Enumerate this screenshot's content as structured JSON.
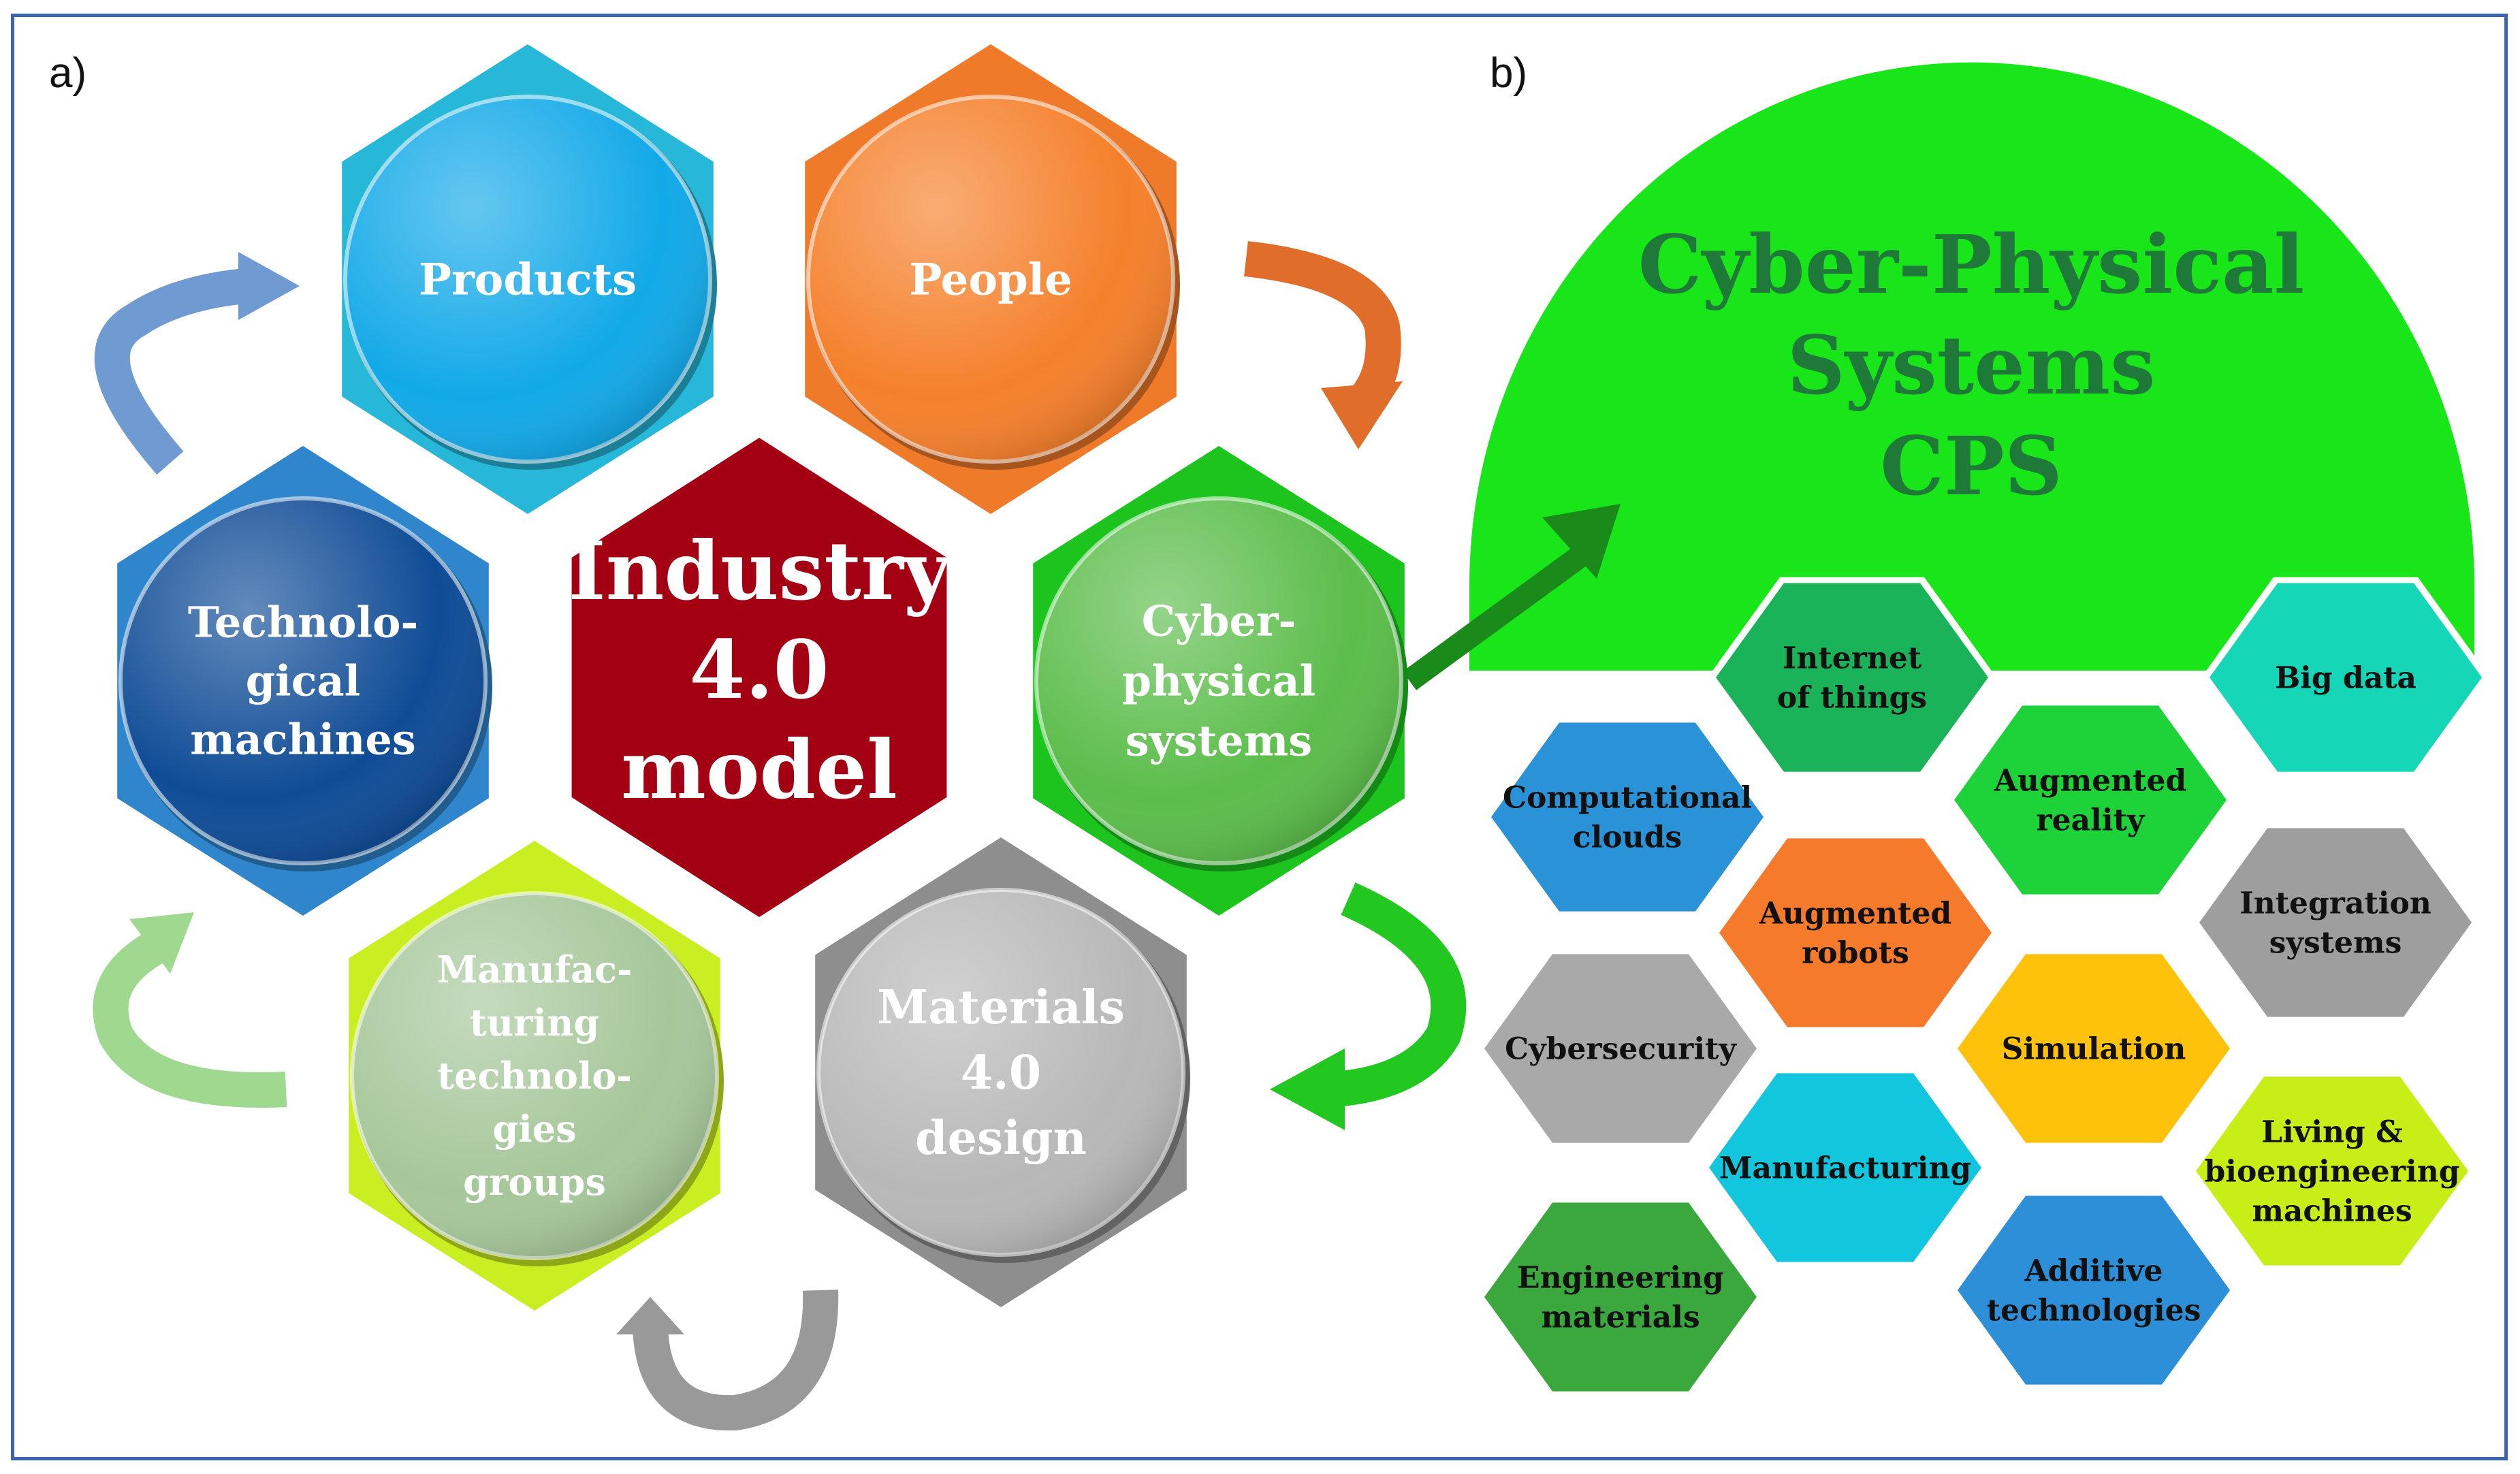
{
  "panels": {
    "a": "a)",
    "b": "b)"
  },
  "center": {
    "lines": [
      "Industry",
      "4.0",
      "model"
    ],
    "color": "#a40014"
  },
  "model_hexes": [
    {
      "id": "products",
      "lines": [
        "Products"
      ],
      "hex": "#27b7d8",
      "circle": "#12a9e8"
    },
    {
      "id": "people",
      "lines": [
        "People"
      ],
      "hex": "#ef7a2a",
      "circle": "#f5802b"
    },
    {
      "id": "cps",
      "lines": [
        "Cyber-",
        "physical",
        "systems"
      ],
      "hex": "#1ec41e",
      "circle": "#5bbd4a"
    },
    {
      "id": "materials",
      "lines": [
        "Materials",
        "4.0",
        "design"
      ],
      "hex": "#8e8e8e",
      "circle": "#b8b8b8"
    },
    {
      "id": "manufacturing",
      "lines": [
        "Manufac-",
        "turing",
        "technolo-",
        "gies",
        "groups"
      ],
      "hex": "#c9ee22",
      "circle": "#a6c79a"
    },
    {
      "id": "machines",
      "lines": [
        "Technolo-",
        "gical",
        "machines"
      ],
      "hex": "#2f86cc",
      "circle": "#0f4c96"
    }
  ],
  "arrows": {
    "products_colors": "#6f9bd2",
    "people_color": "#e06e2a",
    "cps_color": "#22c71f",
    "materials_color": "#999999",
    "manufacturing_color": "#9fd88f",
    "pointer_color": "#1a8a1a"
  },
  "cps_title": {
    "lines": [
      "Cyber-Physical",
      "Systems",
      "CPS"
    ],
    "dome_color": "#19e619"
  },
  "cps_hexes": [
    {
      "id": "internet-of-things",
      "lines": [
        "Internet",
        "of things"
      ],
      "color": "#1bb35a"
    },
    {
      "id": "big-data",
      "lines": [
        "Big data"
      ],
      "color": "#16d6b8"
    },
    {
      "id": "computational-clouds",
      "lines": [
        "Computational",
        "clouds"
      ],
      "color": "#2a92d6"
    },
    {
      "id": "augmented-reality",
      "lines": [
        "Augmented",
        "reality"
      ],
      "color": "#1ed23a"
    },
    {
      "id": "augmented-robots",
      "lines": [
        "Augmented",
        "robots"
      ],
      "color": "#f57a2c"
    },
    {
      "id": "integration-systems",
      "lines": [
        "Integration",
        "systems"
      ],
      "color": "#9e9e9e"
    },
    {
      "id": "cybersecurity",
      "lines": [
        "Cybersecurity"
      ],
      "color": "#a9a9a9"
    },
    {
      "id": "simulation",
      "lines": [
        "Simulation"
      ],
      "color": "#ffc20a"
    },
    {
      "id": "manufacturing",
      "lines": [
        "Manufacturing"
      ],
      "color": "#11c6dd"
    },
    {
      "id": "living-bioengineering",
      "lines": [
        "Living &",
        "bioengineering",
        "machines"
      ],
      "color": "#c8ee17"
    },
    {
      "id": "engineering-materials",
      "lines": [
        "Engineering",
        "materials"
      ],
      "color": "#3ba83d"
    },
    {
      "id": "additive-technologies",
      "lines": [
        "Additive",
        "technologies"
      ],
      "color": "#2d8fd8"
    }
  ]
}
